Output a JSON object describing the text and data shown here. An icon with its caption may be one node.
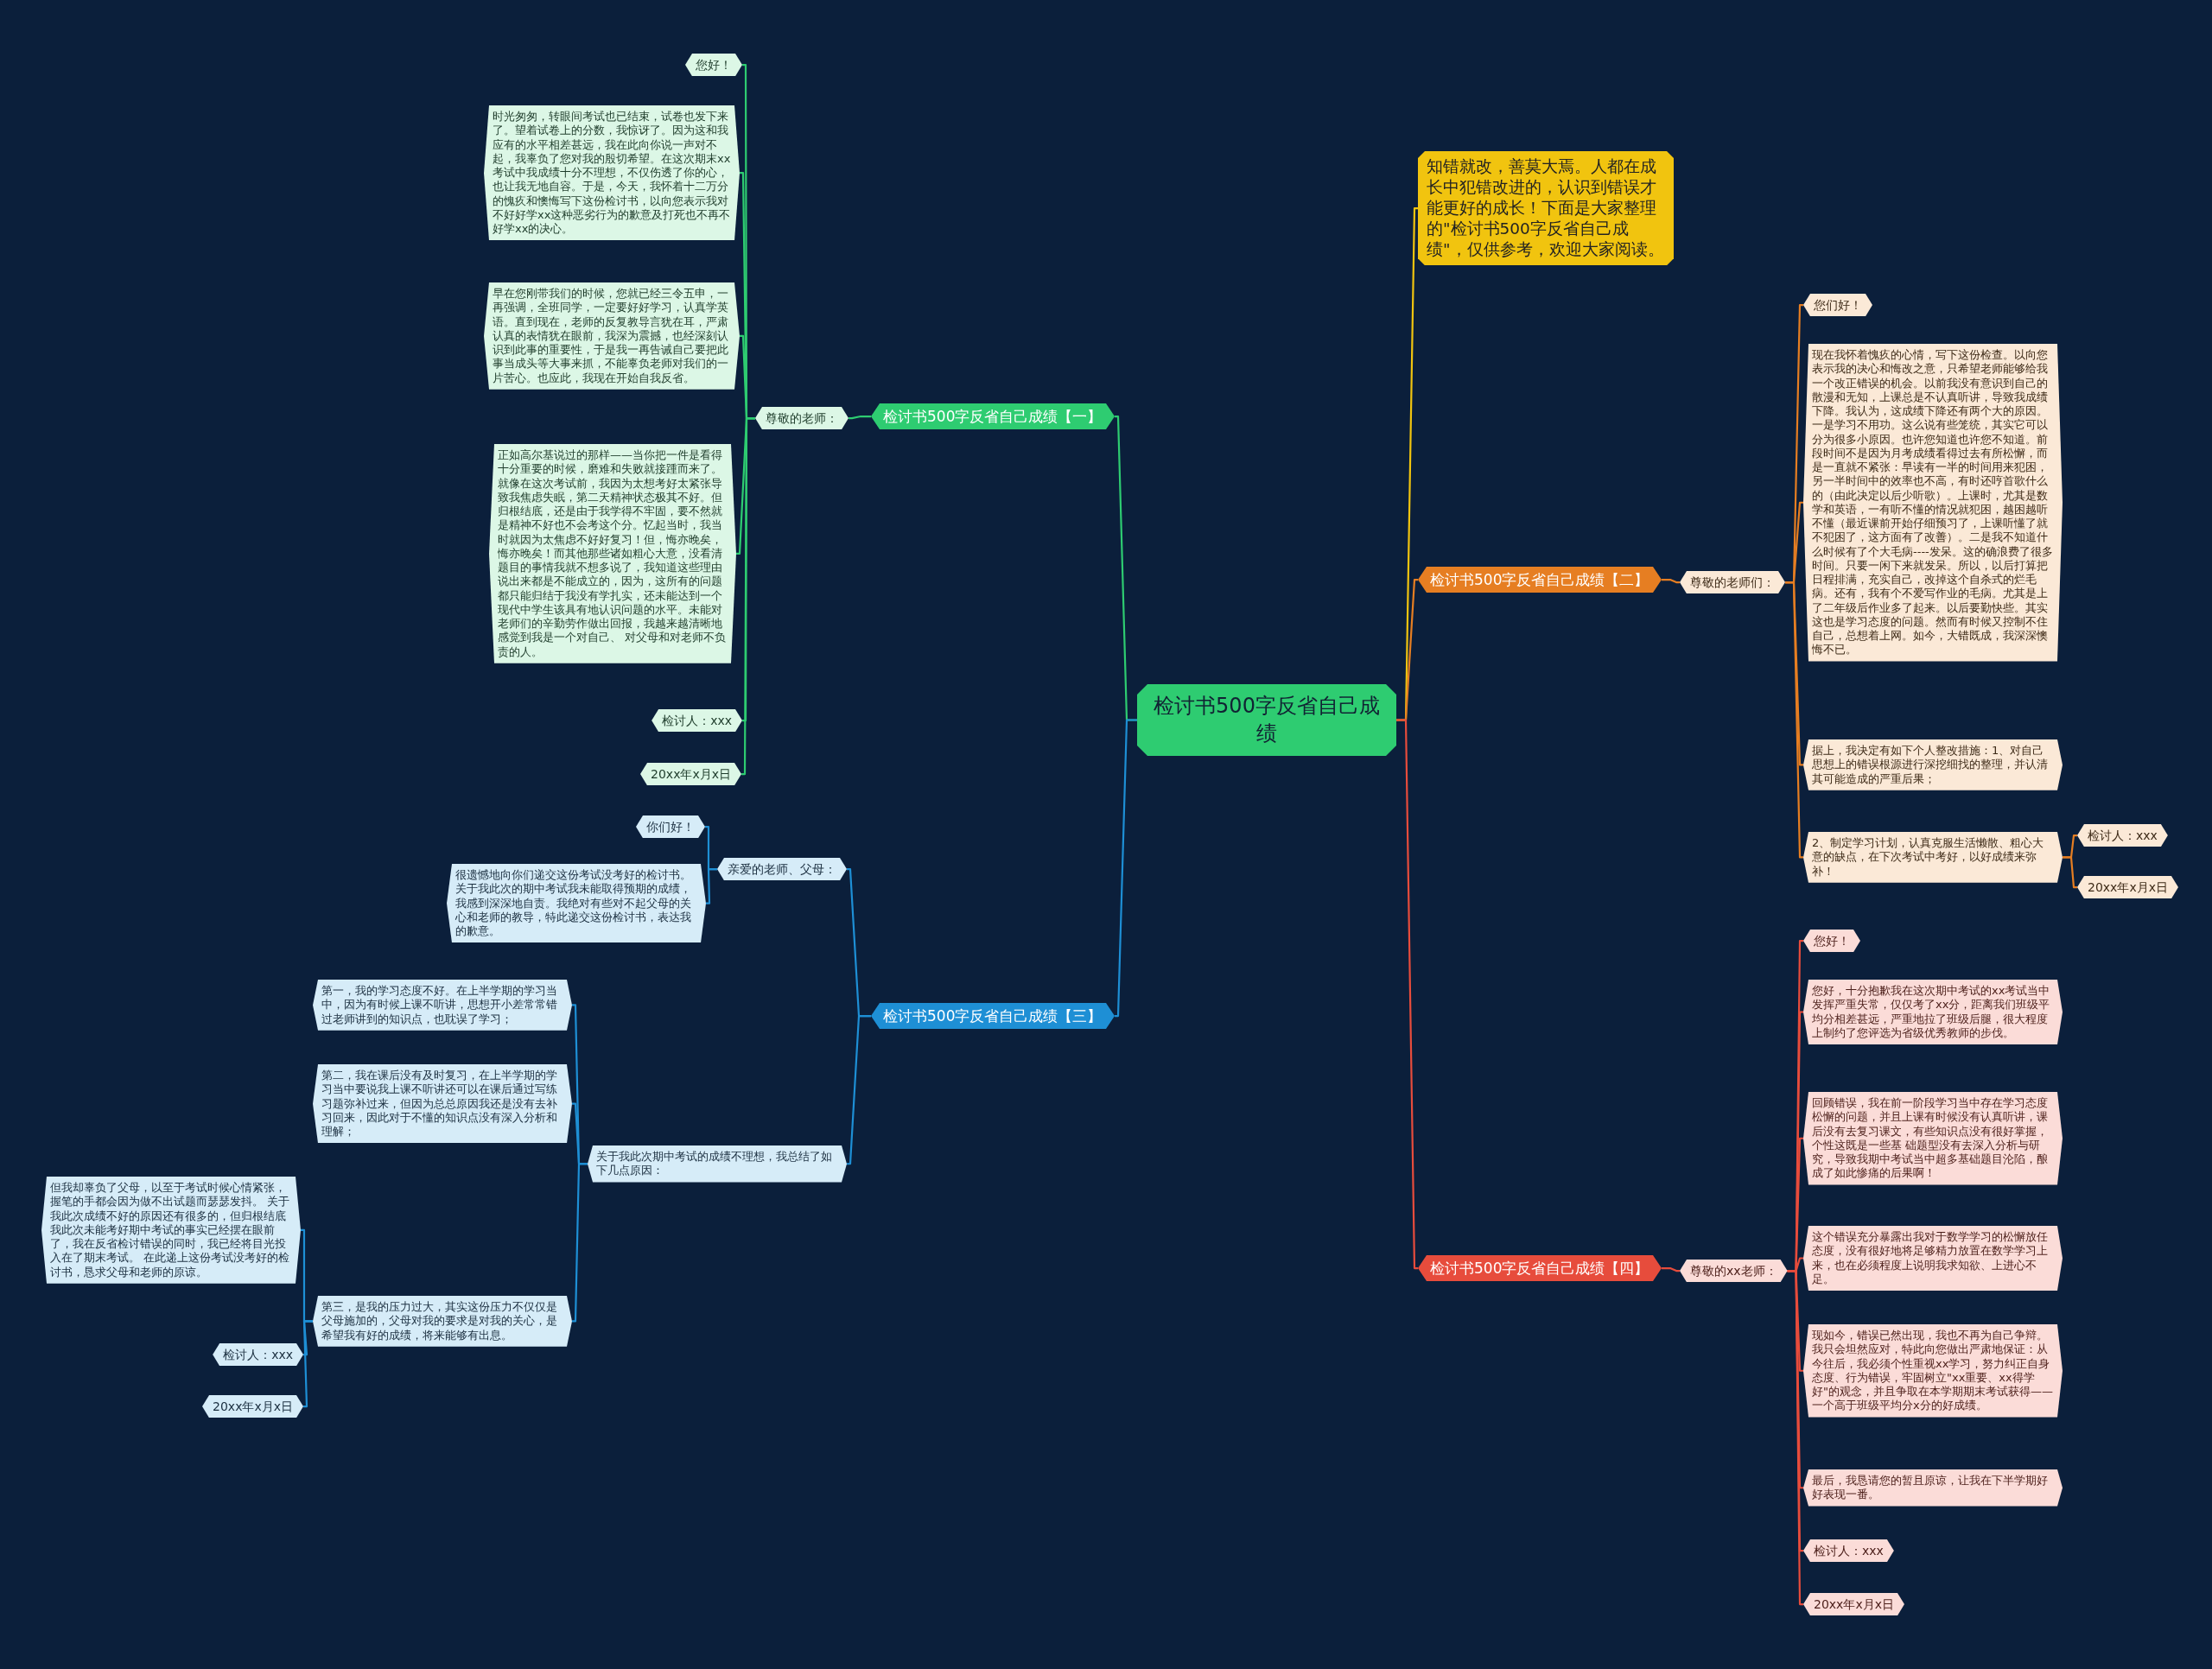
{
  "diagram": {
    "nodes": [
      {
        "text": [
          "检讨书500字反省自己成绩"
        ]
      },
      {
        "text": [
          "知错就改，善莫大焉。人都在成长中犯错改进的，认识到错误才能更好的成长！下面是大家整理的\"检讨书500字反省自己成绩\"，仅供参考，欢迎大家阅读。"
        ]
      },
      {
        "text": [
          "检讨书500字反省自己成绩【一】"
        ]
      },
      {
        "text": [
          "尊敬的老师："
        ]
      },
      {
        "text": [
          "您好！"
        ]
      },
      {
        "text": [
          "时光匆匆，转眼间考试也已结束，试卷也发下来了。望着试卷上的分数，我惊讶了。因为这和我应有的水平相差甚远，我在此向你说一声对不起，我辜负了您对我的殷切希望。在这次期末xx考试中我成绩十分不理想，不仅伤透了你的心，也让我无地自容。于是，今天，我怀着十二万分的愧疚和懊悔写下这份检讨书，以向您表示我对不好好学xx这种恶劣行为的歉意及打死也不再不好学xx的决心。"
        ]
      },
      {
        "text": [
          "早在您刚带我们的时候，您就已经三令五申，一再强调，全班同学，一定要好好学习，认真学英语。直到现在，老师的反复教导言犹在耳，严肃认真的表情犹在眼前，我深为震撼，也经深刻认识到此事的重要性，于是我一再告诫自己要把此事当成头等大事来抓，不能辜负老师对我们的一片苦心。也应此，我现在开始自我反省。"
        ]
      },
      {
        "text": [
          "正如高尔基说过的那样——当你把一件是看得十分重要的时候，磨难和失败就接踵而来了。就像在这次考试前，我因为太想考好太紧张导致我焦虑失眠，第二天精神状态极其不好。但归根结底，还是由于我学得不牢固，要不然就是精神不好也不会考这个分。忆起当时，我当时就因为太焦虑不好好复习！但，悔亦晚矣，悔亦晚矣！而其他那些诸如粗心大意，没看清题目的事情我就不想多说了，我知道这些理由说出来都是不能成立的，因为，这所有的问题都只能归结于我没有学扎实，还未能达到一个现代中学生该具有地认识问题的水平。未能对老师们的辛勤劳作做出回报，我越来越清晰地感觉到我是一个对自己、 对父母和对老师不负责的人。"
        ]
      },
      {
        "text": [
          "检讨人：xxx"
        ]
      },
      {
        "text": [
          "20xx年x月x日"
        ]
      },
      {
        "text": [
          "检讨书500字反省自己成绩【二】"
        ]
      },
      {
        "text": [
          "尊敬的老师们："
        ]
      },
      {
        "text": [
          "您们好！"
        ]
      },
      {
        "text": [
          "现在我怀着愧疚的心情，写下这份检查。以向您表示我的决心和悔改之意，只希望老师能够给我一个改正错误的机会。以前我没有意识到自己的散漫和无知，上课总是不认真听讲，导致我成绩下降。我认为，这成绩下降还有两个大的原因。一是学习不用功。这么说有些笼统，其实它可以分为很多小原因。也许您知道也许您不知道。前段时间不是因为月考成绩看得过去有所松懈，而是一直就不紧张：早读有一半的时间用来犯困，另一半时间中的效率也不高，有时还哼首歌什么的（由此决定以后少听歌）。上课时，尤其是数学和英语，一有听不懂的情况就犯困，越困越听不懂（最近课前开始仔细预习了，上课听懂了就不犯困了，这方面有了改善）。二是我不知道什么时候有了个大毛病----发呆。这的确浪费了很多时间。只要一闲下来就发呆。所以，以后打算把日程排满，充实自己，改掉这个自杀式的烂毛病。还有，我有个不爱写作业的毛病。尤其是上了二年级后作业多了起来。以后要勤快些。其实这也是学习态度的问题。然而有时候又控制不住自己，总想着上网。如今，大错既成，我深深懊悔不已。"
        ]
      },
      {
        "text": [
          "据上，我决定有如下个人整改措施：1、对自己思想上的错误根源进行深挖细找的整理，并认清其可能造成的严重后果；"
        ]
      },
      {
        "text": [
          "2、制定学习计划，认真克服生活懒散、粗心大意的缺点，在下次考试中考好，以好成绩来弥补！"
        ]
      },
      {
        "text": [
          "检讨人：xxx"
        ]
      },
      {
        "text": [
          "20xx年x月x日"
        ]
      },
      {
        "text": [
          "检讨书500字反省自己成绩【三】"
        ]
      },
      {
        "text": [
          "亲爱的老师、父母："
        ]
      },
      {
        "text": [
          "你们好！"
        ]
      },
      {
        "text": [
          "很遗憾地向你们递交这份考试没考好的检讨书。关于我此次的期中考试我未能取得预期的成绩，我感到深深地自责。我绝对有些对不起父母的关心和老师的教导，特此递交这份检讨书，表达我的歉意。"
        ]
      },
      {
        "text": [
          "关于我此次期中考试的成绩不理想，我总结了如下几点原因："
        ]
      },
      {
        "text": [
          "第一，我的学习态度不好。在上半学期的学习当中，因为有时候上课不听讲，思想开小差常常错过老师讲到的知识点，也耽误了学习；"
        ]
      },
      {
        "text": [
          "第二，我在课后没有及时复习，在上半学期的学习当中要说我上课不听讲还可以在课后通过写练习题弥补过来，但因为总总原因我还是没有去补习回来，因此对于不懂的知识点没有深入分析和理解；"
        ]
      },
      {
        "text": [
          "第三，是我的压力过大，其实这份压力不仅仅是父母施加的，父母对我的要求是对我的关心，是希望我有好的成绩，将来能够有出息。"
        ]
      },
      {
        "text": [
          "但我却辜负了父母，以至于考试时候心情紧张，握笔的手都会因为做不出试题而瑟瑟发抖。 关于我此次成绩不好的原因还有很多的，但归根结底我此次未能考好期中考试的事实已经摆在眼前了，我在反省检讨错误的同时，我已经将目光投入在了期末考试。 在此递上这份考试没考好的检讨书，恳求父母和老师的原谅。"
        ]
      },
      {
        "text": [
          "检讨人：xxx"
        ]
      },
      {
        "text": [
          "20xx年x月x日"
        ]
      },
      {
        "text": [
          "检讨书500字反省自己成绩【四】"
        ]
      },
      {
        "text": [
          "尊敬的xx老师："
        ]
      },
      {
        "text": [
          "您好！"
        ]
      },
      {
        "text": [
          "您好，十分抱歉我在这次期中考试的xx考试当中发挥严重失常，仅仅考了xx分，距离我们班级平均分相差甚远，严重地拉了班级后腿，很大程度上制约了您评选为省级优秀教师的步伐。"
        ]
      },
      {
        "text": [
          "回顾错误，我在前一阶段学习当中存在学习态度松懈的问题，并且上课有时候没有认真听讲，课后没有去复习课文，有些知识点没有很好掌握，个性这既是一些基 础题型没有去深入分析与研究，导致我期中考试当中超多基础题目沦陷，酿成了如此惨痛的后果啊！"
        ]
      },
      {
        "text": [
          "这个错误充分暴露出我对于数学学习的松懈放任态度，没有很好地将足够精力放置在数学学习上来，也在必须程度上说明我求知欲、上进心不足。"
        ]
      },
      {
        "text": [
          "现如今，错误已然出现，我也不再为自己争辩。我只会坦然应对，特此向您做出严肃地保证：从今往后，我必须个性重视xx学习，努力纠正自身态度、行为错误，牢固树立\"xx重要、xx得学好\"的观念，并且争取在本学期期末考试获得——一个高于班级平均分x分的好成绩。"
        ]
      },
      {
        "text": [
          "最后，我恳请您的暂且原谅，让我在下半学期好好表现一番。"
        ]
      },
      {
        "text": [
          "检讨人：xxx"
        ]
      },
      {
        "text": [
          "20xx年x月x日"
        ]
      }
    ],
    "edges": [
      {
        "from": 0,
        "to": 1,
        "arrow": "none",
        "color": "#f1c40f"
      },
      {
        "from": 0,
        "to": 2,
        "arrow": "none",
        "color": "#2ecc71"
      },
      {
        "from": 2,
        "to": 3,
        "arrow": "none",
        "color": "#2ecc71"
      },
      {
        "from": 3,
        "to": 4,
        "arrow": "none",
        "color": "#2ecc71"
      },
      {
        "from": 3,
        "to": 5,
        "arrow": "none",
        "color": "#2ecc71"
      },
      {
        "from": 3,
        "to": 6,
        "arrow": "none",
        "color": "#2ecc71"
      },
      {
        "from": 3,
        "to": 7,
        "arrow": "none",
        "color": "#2ecc71"
      },
      {
        "from": 3,
        "to": 8,
        "arrow": "none",
        "color": "#2ecc71"
      },
      {
        "from": 3,
        "to": 9,
        "arrow": "none",
        "color": "#2ecc71"
      },
      {
        "from": 0,
        "to": 10,
        "arrow": "none",
        "color": "#e67e22"
      },
      {
        "from": 10,
        "to": 11,
        "arrow": "none",
        "color": "#e67e22"
      },
      {
        "from": 11,
        "to": 12,
        "arrow": "none",
        "color": "#e67e22"
      },
      {
        "from": 11,
        "to": 13,
        "arrow": "none",
        "color": "#e67e22"
      },
      {
        "from": 11,
        "to": 14,
        "arrow": "none",
        "color": "#e67e22"
      },
      {
        "from": 11,
        "to": 15,
        "arrow": "none",
        "color": "#e67e22"
      },
      {
        "from": 15,
        "to": 16,
        "arrow": "none",
        "color": "#e67e22"
      },
      {
        "from": 15,
        "to": 17,
        "arrow": "none",
        "color": "#e67e22"
      },
      {
        "from": 0,
        "to": 18,
        "arrow": "none"
      },
      {
        "from": 18,
        "to": 19,
        "arrow": "none"
      },
      {
        "from": 19,
        "to": 20,
        "arrow": "none"
      },
      {
        "from": 19,
        "to": 21,
        "arrow": "none"
      },
      {
        "from": 18,
        "to": 22,
        "arrow": "none"
      },
      {
        "from": 22,
        "to": 23,
        "arrow": "none"
      },
      {
        "from": 22,
        "to": 24,
        "arrow": "none"
      },
      {
        "from": 22,
        "to": 25,
        "arrow": "none"
      },
      {
        "from": 25,
        "to": 26,
        "arrow": "none"
      },
      {
        "from": 25,
        "to": 27,
        "arrow": "none"
      },
      {
        "from": 25,
        "to": 28,
        "arrow": "none"
      },
      {
        "from": 0,
        "to": 29,
        "arrow": "none",
        "color": "#e74c3c"
      },
      {
        "from": 29,
        "to": 30,
        "arrow": "none",
        "color": "#e74c3c"
      },
      {
        "from": 30,
        "to": 31,
        "arrow": "none",
        "color": "#e74c3c"
      },
      {
        "from": 30,
        "to": 32,
        "arrow": "none",
        "color": "#e74c3c"
      },
      {
        "from": 30,
        "to": 33,
        "arrow": "none",
        "color": "#e74c3c"
      },
      {
        "from": 30,
        "to": 34,
        "arrow": "none",
        "color": "#e74c3c"
      },
      {
        "from": 30,
        "to": 35,
        "arrow": "none",
        "color": "#e74c3c"
      },
      {
        "from": 30,
        "to": 36,
        "arrow": "none",
        "color": "#e74c3c"
      },
      {
        "from": 30,
        "to": 37,
        "arrow": "none",
        "color": "#e74c3c"
      },
      {
        "from": 30,
        "to": 38,
        "arrow": "none",
        "color": "#e74c3c"
      }
    ]
  }
}
